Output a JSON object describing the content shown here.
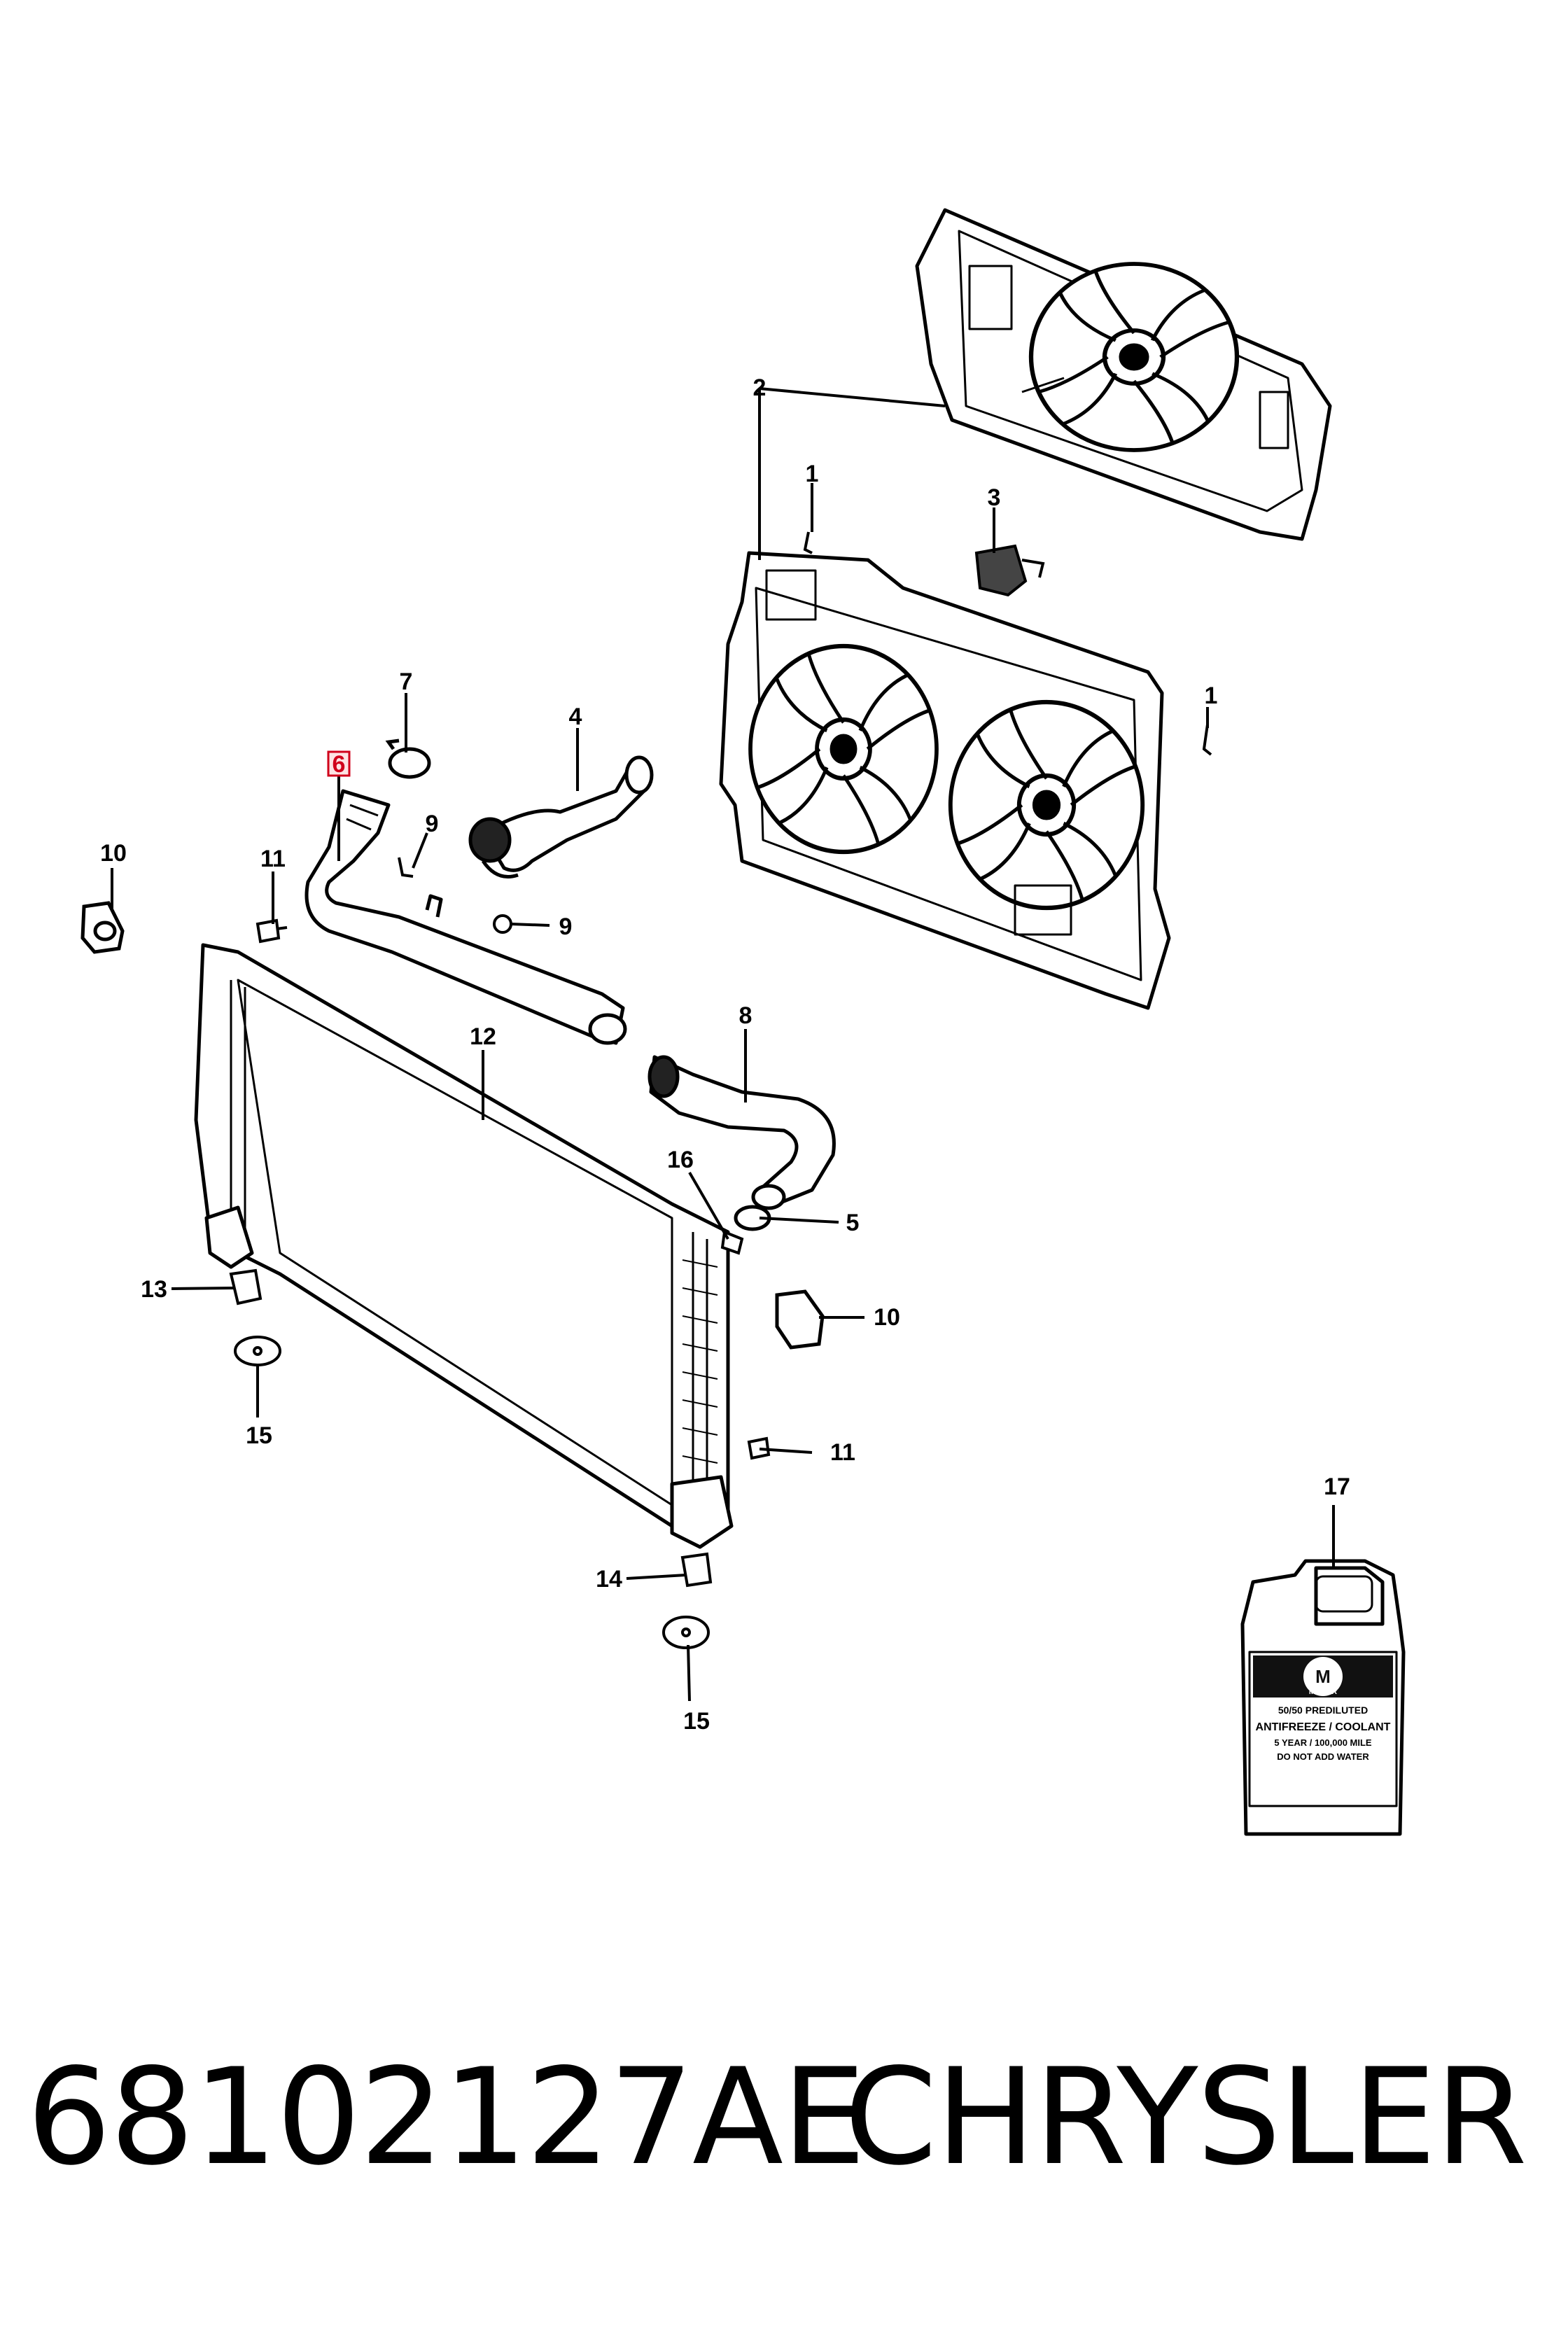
{
  "callouts": {
    "c1a": "1",
    "c1b": "1",
    "c2": "2",
    "c3": "3",
    "c4": "4",
    "c5": "5",
    "c6": "6",
    "c7": "7",
    "c8": "8",
    "c9a": "9",
    "c9b": "9",
    "c10a": "10",
    "c10b": "10",
    "c11a": "11",
    "c11b": "11",
    "c12": "12",
    "c13": "13",
    "c14": "14",
    "c15a": "15",
    "c15b": "15",
    "c16": "16",
    "c17": "17"
  },
  "highlight": {
    "callout": "6",
    "color": "#d0021b"
  },
  "jug_label": {
    "brand": "MOPAR",
    "line1": "50/50 PREDILUTED",
    "line2": "ANTIFREEZE / COOLANT",
    "line3": "5 YEAR / 100,000 MILE",
    "line4": "DO NOT ADD WATER"
  },
  "footer": {
    "part_number": "68102127AE",
    "brand": "CHRYSLER"
  }
}
